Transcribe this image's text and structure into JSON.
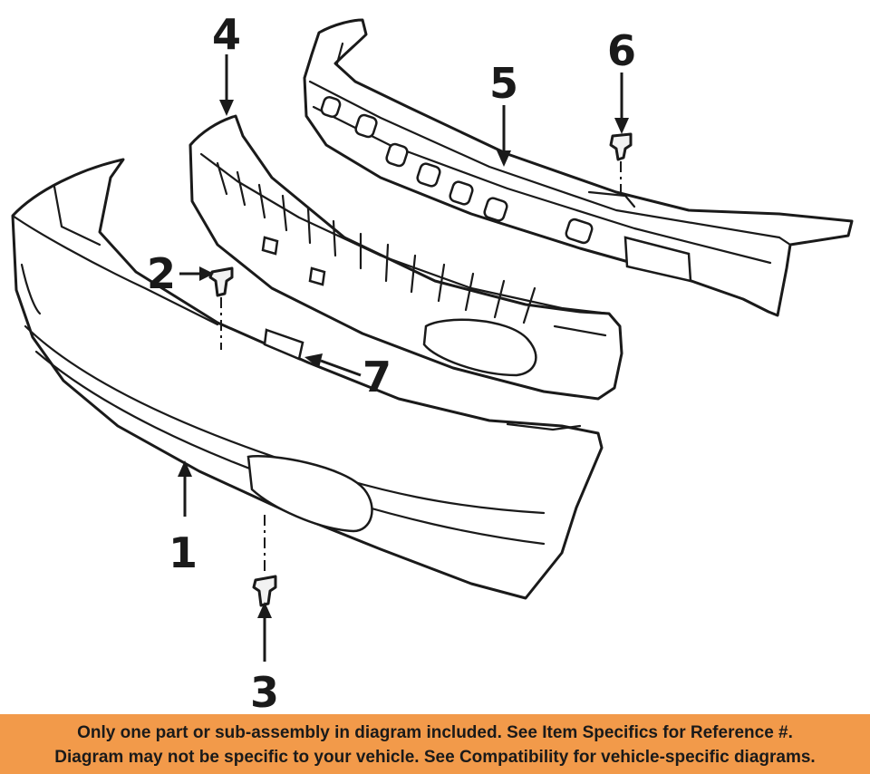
{
  "diagram": {
    "callouts": [
      "1",
      "2",
      "3",
      "4",
      "5",
      "6",
      "7"
    ]
  },
  "disclaimer": {
    "line1": "Only one part or sub-assembly in diagram included. See Item Specifics for Reference #.",
    "line2": "Diagram may not be specific to your vehicle. See Compatibility for vehicle-specific diagrams."
  },
  "colors": {
    "banner": "#f29a4a",
    "ink": "#1a1a1a",
    "background": "#ffffff"
  }
}
